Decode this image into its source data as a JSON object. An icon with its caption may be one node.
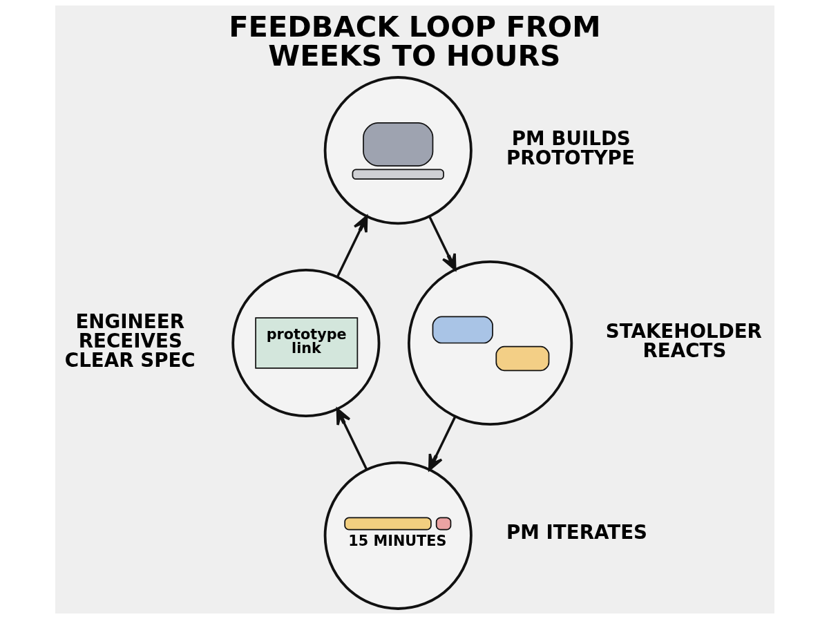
{
  "diagram": {
    "title": "FEEDBACK LOOP FROM WEEKS TO HOURS",
    "nodes": [
      {
        "text": [],
        "shape": "circle",
        "beside": [
          "PM BUILDS PROTOTYPE"
        ]
      },
      {
        "text": [
          "prototype link"
        ],
        "beside": [
          "ENGINEER RECEIVES CLEAR SPEC"
        ]
      },
      {
        "text": [],
        "shape": "circle",
        "beside": [
          "STAKEHOLDER REACTS"
        ]
      },
      {
        "text": [
          "15 MINUTES"
        ],
        "beside": [
          "PM ITERATES"
        ]
      }
    ],
    "edges": [
      {
        "from": 1,
        "to": 0,
        "arrow": "to"
      },
      {
        "from": 0,
        "to": 2,
        "arrow": "to"
      },
      {
        "from": 2,
        "to": 3,
        "arrow": "to"
      },
      {
        "from": 3,
        "to": 1,
        "arrow": "to"
      }
    ]
  }
}
